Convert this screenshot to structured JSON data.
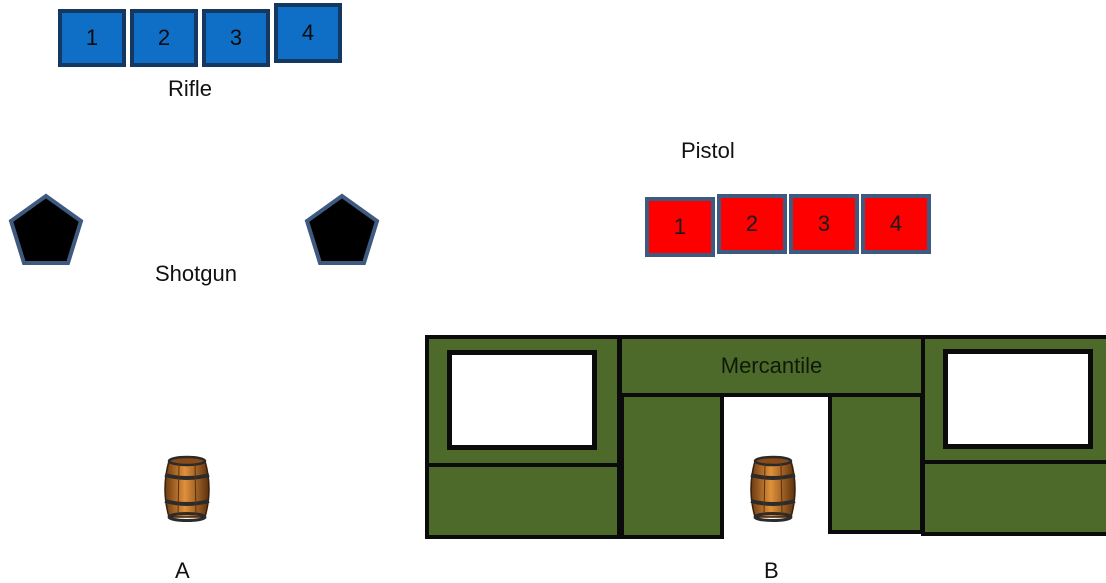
{
  "rifle": {
    "label": "Rifle",
    "targets": [
      "1",
      "2",
      "3",
      "4"
    ],
    "color": "#0f6fc6"
  },
  "pistol": {
    "label": "Pistol",
    "targets": [
      "1",
      "2",
      "3",
      "4"
    ],
    "color": "#ff0000"
  },
  "shotgun": {
    "label": "Shotgun",
    "target_shape": "pentagon",
    "target_count": 2
  },
  "building": {
    "sign": "Mercantile",
    "color": "#4e6a2b"
  },
  "positions": {
    "a_label": "A",
    "b_label": "B",
    "icon": "barrel-icon"
  }
}
